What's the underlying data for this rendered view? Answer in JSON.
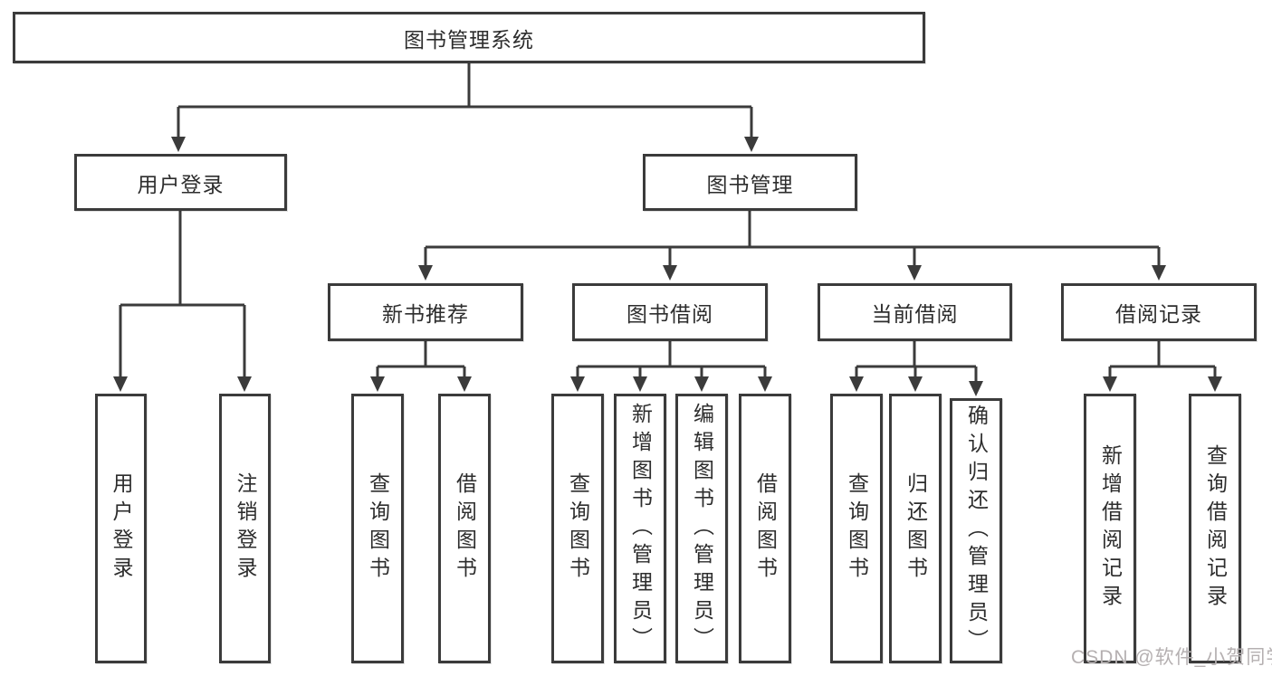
{
  "title": "图书管理系统",
  "colors": {
    "line": "#3b3b3b",
    "box_border": "#3b3b3b",
    "text": "#2d2d2d",
    "watermark": "#b5b0b1",
    "background": "#ffffff"
  },
  "nodes": {
    "root": "图书管理系统",
    "user_login": "用户登录",
    "book_mgmt": "图书管理",
    "new_book_rec": "新书推荐",
    "book_borrow": "图书借阅",
    "current_borrow": "当前借阅",
    "borrow_record": "借阅记录",
    "user_login_leaf": "用户登录",
    "logout_leaf": "注销登录",
    "query_book_a": "查询图书",
    "borrow_book_a": "借阅图书",
    "query_book_b": "查询图书",
    "add_book": "新增图书（管理员）",
    "edit_book": "编辑图书（管理员）",
    "borrow_book_b": "借阅图书",
    "query_book_c": "查询图书",
    "return_book": "归还图书",
    "confirm_return": "确认归还（管理员）",
    "add_borrow_record": "新增借阅记录",
    "query_borrow_record": "查询借阅记录"
  },
  "watermark": "CSDN @软件_小贺同学"
}
